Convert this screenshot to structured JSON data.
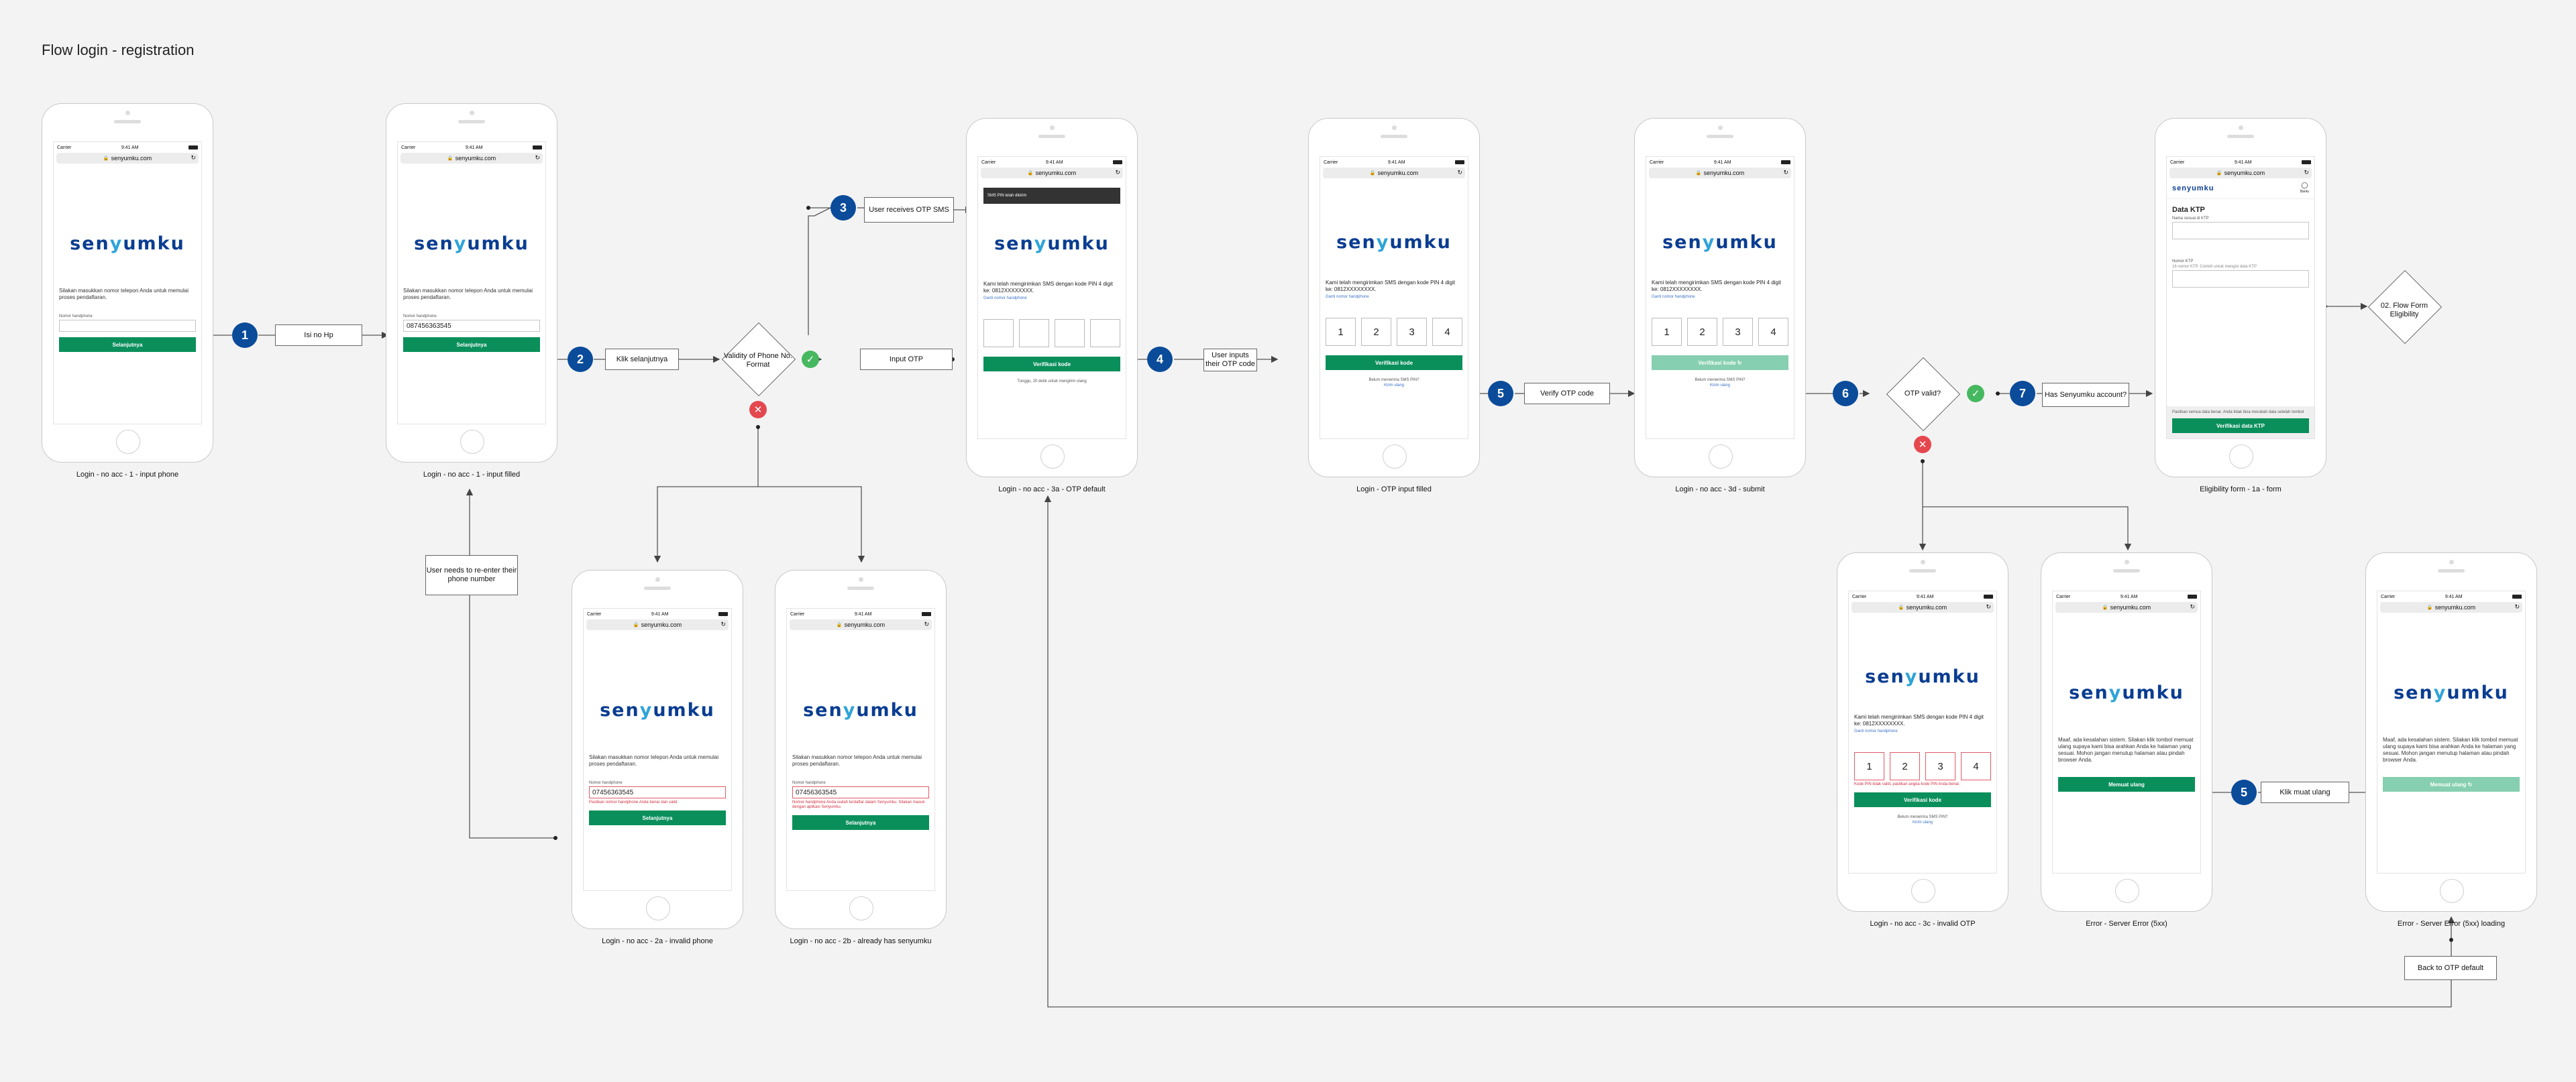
{
  "title": "Flow login - registration",
  "common": {
    "carrier": "Carrier",
    "time": "9:41 AM",
    "url": "senyumku.com",
    "logo_a": "sen",
    "logo_y": "y",
    "logo_b": "umku",
    "enter_phone": "Silakan masukkan nomor telepon Anda untuk memulai proses pendaftaran.",
    "phone_label": "Nomor handphone",
    "next_btn": "Selanjutnya",
    "otp_sent": "Kami telah mengirimkan SMS dengan kode PIN 4 digit ke: 0812XXXXXXXX.",
    "change_number": "Ganti nomor handphone",
    "verify_btn": "Verifikasi kode",
    "no_sms": "Belum menerima SMS PIN?",
    "resend": "Kirim ulang",
    "server_error": "Maaf, ada kesalahan sistem. Silakan klik tombol memuat ulang supaya kami bisa arahkan Anda ke halaman yang sesuai. Mohon jangan menutup halaman atau pindah browser Anda.",
    "reload_btn": "Memuat ulang"
  },
  "screens": {
    "s1": {
      "label": "Login - no acc - 1 - input phone",
      "value": ""
    },
    "s1b": {
      "label": "Login - no acc - 1 - input filled",
      "value": "087456363545"
    },
    "s2a": {
      "label": "Login - no acc - 2a - invalid phone",
      "value": "07456363545",
      "error": "Pastikan nomor handphone Anda benar dan valid"
    },
    "s2b": {
      "label": "Login - no acc - 2b - already has senyumku",
      "value": "07456363545",
      "error": "Nomor handphone Anda sudah terdaftar dalam Senyumku. Silakan masuk dengan aplikasi Senyumku."
    },
    "s3a": {
      "label": "Login - no acc - 3a - OTP default",
      "toast": "SMS PIN telah dikirim",
      "countdown": "Tunggu, 20 detik untuk mengirim ulang"
    },
    "s3b": {
      "label": "Login - OTP input filled",
      "digits": [
        "1",
        "2",
        "3",
        "4"
      ]
    },
    "s3d": {
      "label": "Login - no acc - 3d - submit",
      "digits": [
        "1",
        "2",
        "3",
        "4"
      ],
      "loading_btn": "Verifikasi kode ↻"
    },
    "s3c": {
      "label": "Login - no acc - 3c - invalid OTP",
      "digits": [
        "1",
        "2",
        "3",
        "4"
      ],
      "error": "Kode PIN tidak valid, pastikan angka kode PIN Anda benar."
    },
    "ktp": {
      "label": "Eligibility form - 1a - form",
      "brand": "senyumku",
      "icon_label": "Bantu",
      "form_title": "Data KTP",
      "name_label": "Nama sesuai di KTP",
      "nik_label": "Nomor KTP",
      "nik_hint": "16 nomor KTP. Contoh untuk mengisi data KTP",
      "disclaimer": "Pastikan semua data benar. Anda tidak bisa merubah data setelah tombol",
      "submit": "Verifikasi data KTP"
    },
    "err": {
      "label": "Error - Server Error (5xx)"
    },
    "errl": {
      "label": "Error - Server Error (5xx) loading",
      "btn": "Memuat ulang ↻"
    }
  },
  "flow": {
    "steps": [
      "1",
      "2",
      "3",
      "4",
      "5",
      "6",
      "7",
      "5"
    ],
    "nodes": {
      "isi_no_hp": "Isi no Hp",
      "klik_selanjutnya": "Klik selanjutnya",
      "validity": "Validity of Phone No. Format",
      "input_otp": "Input OTP",
      "receives_otp": "User receives OTP SMS",
      "user_inputs": "User inputs their OTP code",
      "verify_otp": "Verify OTP code",
      "otp_valid": "OTP valid?",
      "has_account": "Has Senyumku account?",
      "flow_form": "02. Flow Form Eligibility",
      "reenter": "User needs to re-enter their phone number",
      "klik_muat": "Klik muat ulang",
      "back_otp": "Back to OTP default"
    },
    "ok_mark": "✓",
    "no_mark": "✕"
  }
}
